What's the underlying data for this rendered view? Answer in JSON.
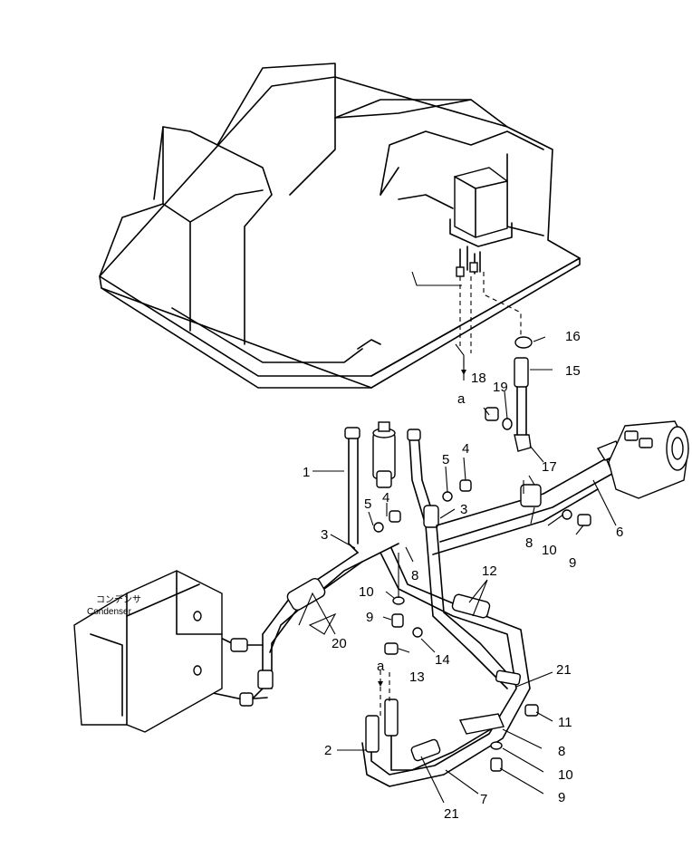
{
  "callouts": {
    "1": "1",
    "2": "2",
    "3": "3",
    "4": "4",
    "5": "5",
    "6": "6",
    "7": "7",
    "8": "8",
    "9": "9",
    "10": "10",
    "11": "11",
    "12": "12",
    "13": "13",
    "14": "14",
    "15": "15",
    "16": "16",
    "17": "17",
    "18": "18",
    "19": "19",
    "20": "20",
    "21": "21"
  },
  "connection_mark": "a",
  "condenser": {
    "label_jp": "コンデンサ",
    "label_en": "Condenser"
  }
}
